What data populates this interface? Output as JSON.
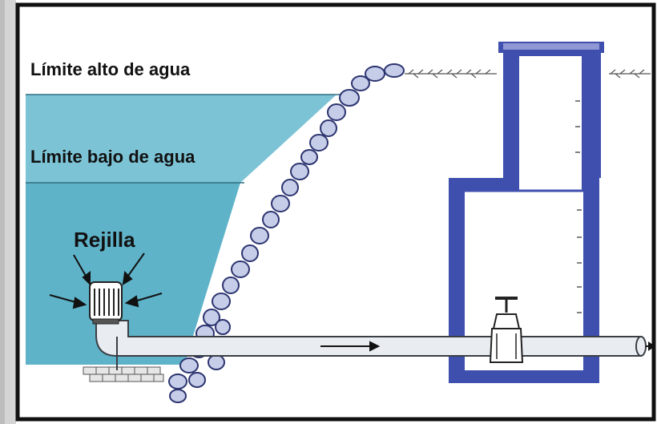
{
  "labels": {
    "high_water": "Límite alto de agua",
    "low_water": "Límite bajo de agua",
    "screen": "Rejilla"
  },
  "colors": {
    "water": "#5fb3c9",
    "water_light": "#7cc3d6",
    "structure": "#3f4fae",
    "structure_fill": "#d9dcf0",
    "pipe_fill": "#e9edf2",
    "pipe_stroke": "#3a3f45",
    "rock_fill": "#c6cde8",
    "rock_stroke": "#2c3470",
    "frame": "#111111",
    "side_bar": "#cfcfcf"
  },
  "icons": {
    "flow": "arrow-right-icon",
    "valve": "gate-valve-icon",
    "screen": "intake-screen-icon"
  }
}
